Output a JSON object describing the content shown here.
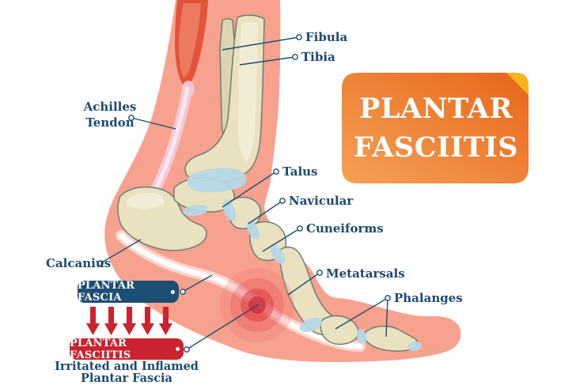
{
  "title_badge": {
    "line1": "PLANTAR",
    "line2": "FASCIITIS"
  },
  "labels": {
    "fibula": "Fibula",
    "tibia": "Tibia",
    "achilles_line1": "Achilles",
    "achilles_line2": "Tendon",
    "talus": "Talus",
    "navicular": "Navicular",
    "cuneiforms": "Cuneiforms",
    "metatarsals": "Metatarsals",
    "phalanges": "Phalanges",
    "calcanius": "Calcanius"
  },
  "callouts": {
    "fascia_box": "PLANTAR FASCIA",
    "fasciitis_box": "PLANTAR FASCIITIS",
    "subtitle_line1": "Irritated and Inflamed",
    "subtitle_line2": "Plantar Fascia"
  },
  "arrows": {
    "count": 5,
    "direction": "down",
    "color": "#c9242f"
  },
  "colors": {
    "label_navy": "#1c4a6d",
    "box_navy": "#1d4e74",
    "box_red": "#c9242f",
    "badge_orange_light": "#f5a156",
    "badge_orange_dark": "#e76619",
    "badge_fold_yellow": "#f9b41d",
    "skin_salmon": "#f6a28e",
    "muscle_red": "#e2533a",
    "tendon_pink": "#f2c9d7",
    "bone_beige": "#e9e1c0",
    "cartilage_blue": "#b7d9e9",
    "fascia_white": "#ffffff",
    "inflammation_red": "#c3202c"
  }
}
